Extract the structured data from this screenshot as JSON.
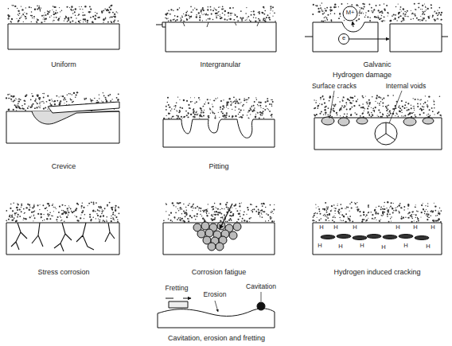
{
  "diagram": {
    "labels": [
      "Uniform",
      "Intergranular",
      "Galvanic",
      "M+",
      "e",
      "Crevice",
      "Pitting",
      "Hydrogen damage",
      "Surface cracks",
      "Internal voids",
      "Stress corrosion",
      "Corrosion fatigue",
      "Hydrogen induced cracking",
      "H",
      "H",
      "H",
      "H",
      "H",
      "H",
      "H",
      "H",
      "H",
      "H",
      "H",
      "H",
      "Fretting",
      "Erosion",
      "Cavitation",
      "Cavitation, erosion and fretting"
    ]
  }
}
